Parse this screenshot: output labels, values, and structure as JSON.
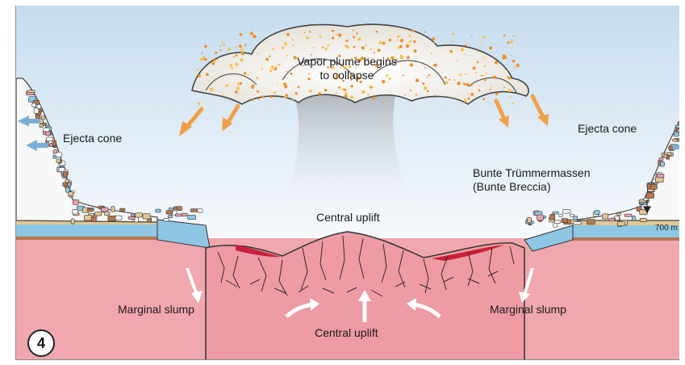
{
  "diagram": {
    "step_number": "4",
    "labels": {
      "vapor_plume": [
        "Vapor plume begins",
        "to collapse"
      ],
      "ejecta_cone_left": "Ejecta cone",
      "ejecta_cone_right": "Ejecta cone",
      "bunte": [
        "Bunte Trümmermassen",
        "(Bunte Breccia)"
      ],
      "central_uplift_top": "Central uplift",
      "central_uplift_bottom": "Central uplift",
      "marginal_slump_left": "Marginal slump",
      "marginal_slump_right": "Marginal slump",
      "layer_thickness": "700 m"
    },
    "colors": {
      "sky_top": "#c5dcee",
      "sky_bottom": "#ffffff",
      "basement": "#f1a7ae",
      "sediment_blue": "#8ec6e3",
      "sediment_tan": "#dfc894",
      "sediment_brown": "#b7764f",
      "melt": "#c8203a",
      "plume_particles": "#f28a1f",
      "arrow_orange": "#f0a04a"
    }
  }
}
